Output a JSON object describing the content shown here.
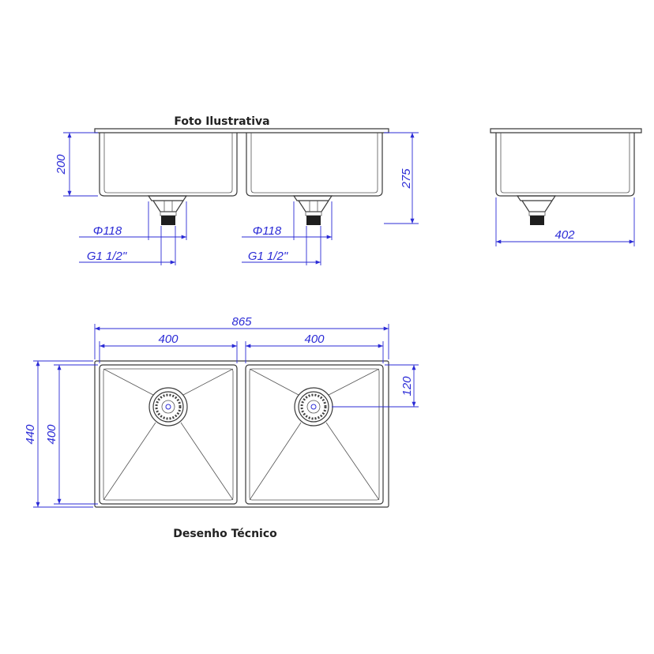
{
  "labels": {
    "top_caption": "Foto Ilustrativa",
    "bottom_caption": "Desenho Técnico"
  },
  "dimensions": {
    "left_depth": "200",
    "right_depth": "275",
    "side_width": "402",
    "drain_left_diameter": "Φ118",
    "drain_right_diameter": "Φ118",
    "thread_left": "G1 1/2\"",
    "thread_right": "G1 1/2\"",
    "total_width": "865",
    "bowl_left_width": "400",
    "bowl_right_width": "400",
    "total_height": "440",
    "bowl_height": "400",
    "drain_offset": "120"
  },
  "colors": {
    "dimension": "#2b2bd6",
    "outline": "#3a3a3a"
  }
}
